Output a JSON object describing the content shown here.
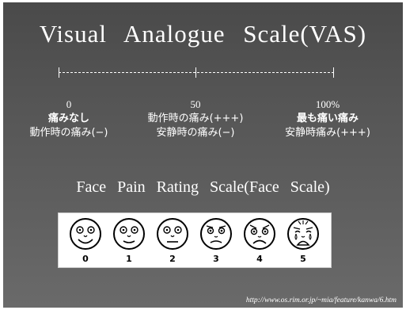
{
  "title": "Visual Analogue Scale(VAS)",
  "vas": {
    "left": {
      "value": "0",
      "line1": "痛みなし",
      "line2": "動作時の痛み(−)"
    },
    "mid": {
      "value": "50",
      "line1": "動作時の痛み(+++)",
      "line2": "安静時の痛み(−)"
    },
    "right": {
      "value": "100%",
      "line1": "最も痛い痛み",
      "line2": "安静時痛み(+++)"
    }
  },
  "subtitle": "Face Pain Rating Scale(Face Scale)",
  "faces": [
    {
      "label": "0",
      "icon": "smiling-face-icon"
    },
    {
      "label": "1",
      "icon": "slightly-smiling-face-icon"
    },
    {
      "label": "2",
      "icon": "neutral-face-icon"
    },
    {
      "label": "3",
      "icon": "slightly-sad-face-icon"
    },
    {
      "label": "4",
      "icon": "sad-face-icon"
    },
    {
      "label": "5",
      "icon": "crying-face-icon"
    }
  ],
  "source_url": "http://www.os.rim.or.jp/~mia/feature/kanwa/6.htm"
}
